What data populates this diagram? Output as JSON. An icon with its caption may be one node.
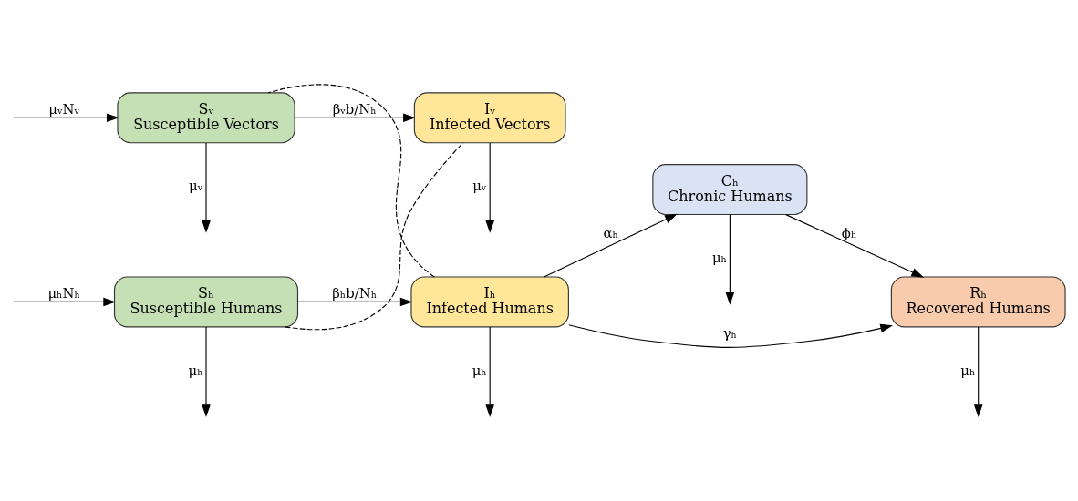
{
  "diagram": {
    "nodes": [
      {
        "text": [
          "Sₕ",
          "Susceptible Humans"
        ]
      },
      {
        "text": [
          "Iₕ",
          "Infected Humans"
        ]
      },
      {
        "text": [
          "Cₕ",
          "Chronic Humans"
        ]
      },
      {
        "text": [
          "Rₕ",
          "Recovered Humans"
        ]
      },
      {
        "text": [
          "Sᵥ",
          "Susceptible Vectors"
        ]
      },
      {
        "text": [
          "Iᵥ",
          "Infected Vectors"
        ]
      }
    ],
    "edges": [
      {
        "from": null,
        "to": 0,
        "arrow": "to",
        "label": "μₕNₕ"
      },
      {
        "from": 0,
        "to": 1,
        "arrow": "to",
        "label": "βₕb/Nₕ"
      },
      {
        "from": 1,
        "to": 2,
        "arrow": "to",
        "label": "αₕ"
      },
      {
        "from": 2,
        "to": 3,
        "arrow": "to",
        "label": "ϕₕ"
      },
      {
        "from": 1,
        "to": 3,
        "arrow": "to",
        "label": "γₕ"
      },
      {
        "from": 0,
        "to": null,
        "arrow": "to",
        "label": "μₕ"
      },
      {
        "from": 1,
        "to": null,
        "arrow": "to",
        "label": "μₕ"
      },
      {
        "from": 2,
        "to": null,
        "arrow": "to",
        "label": "μₕ"
      },
      {
        "from": 3,
        "to": null,
        "arrow": "to",
        "label": "μₕ"
      },
      {
        "from": 0,
        "to": 5,
        "arrow": "none",
        "style": "dashed"
      },
      {
        "from": 1,
        "to": 4,
        "arrow": "none",
        "style": "dashed"
      },
      {
        "from": null,
        "to": 4,
        "arrow": "to",
        "label": "μᵥNᵥ"
      },
      {
        "from": 4,
        "to": 5,
        "arrow": "to",
        "label": "βᵥb/Nₕ"
      },
      {
        "from": 4,
        "to": null,
        "arrow": "to",
        "label": "μᵥ"
      },
      {
        "from": 5,
        "to": null,
        "arrow": "to",
        "label": "μᵥ"
      }
    ]
  }
}
